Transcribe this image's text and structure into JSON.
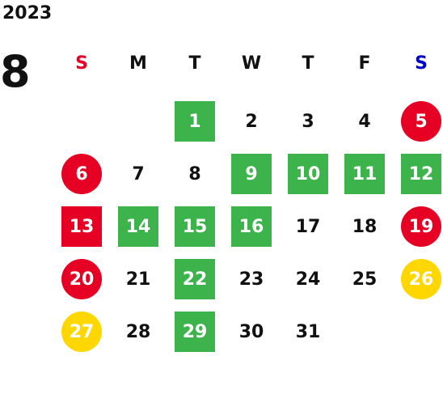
{
  "calendar": {
    "year": "2023",
    "month": "8",
    "weekdays": [
      {
        "label": "S",
        "color": "#e60023"
      },
      {
        "label": "M",
        "color": "#111111"
      },
      {
        "label": "T",
        "color": "#111111"
      },
      {
        "label": "W",
        "color": "#111111"
      },
      {
        "label": "T",
        "color": "#111111"
      },
      {
        "label": "F",
        "color": "#111111"
      },
      {
        "label": "S",
        "color": "#0000cc"
      }
    ],
    "weeks": [
      [
        null,
        null,
        {
          "day": "1",
          "style": "green"
        },
        {
          "day": "2",
          "style": "plain"
        },
        {
          "day": "3",
          "style": "plain"
        },
        {
          "day": "4",
          "style": "plain"
        },
        {
          "day": "5",
          "style": "red-circle"
        }
      ],
      [
        {
          "day": "6",
          "style": "red-circle"
        },
        {
          "day": "7",
          "style": "plain"
        },
        {
          "day": "8",
          "style": "plain"
        },
        {
          "day": "9",
          "style": "green"
        },
        {
          "day": "10",
          "style": "green"
        },
        {
          "day": "11",
          "style": "green"
        },
        {
          "day": "12",
          "style": "green"
        }
      ],
      [
        {
          "day": "13",
          "style": "red-sq"
        },
        {
          "day": "14",
          "style": "green"
        },
        {
          "day": "15",
          "style": "green"
        },
        {
          "day": "16",
          "style": "green"
        },
        {
          "day": "17",
          "style": "plain"
        },
        {
          "day": "18",
          "style": "plain"
        },
        {
          "day": "19",
          "style": "red-circle"
        }
      ],
      [
        {
          "day": "20",
          "style": "red-circle"
        },
        {
          "day": "21",
          "style": "plain"
        },
        {
          "day": "22",
          "style": "green"
        },
        {
          "day": "23",
          "style": "plain"
        },
        {
          "day": "24",
          "style": "plain"
        },
        {
          "day": "25",
          "style": "plain"
        },
        {
          "day": "26",
          "style": "yellow-circle"
        }
      ],
      [
        {
          "day": "27",
          "style": "yellow-circle"
        },
        {
          "day": "28",
          "style": "plain"
        },
        {
          "day": "29",
          "style": "green"
        },
        {
          "day": "30",
          "style": "plain"
        },
        {
          "day": "31",
          "style": "plain"
        },
        null,
        null
      ]
    ],
    "colors": {
      "green": "#3cb44b",
      "red": "#e60023",
      "yellow": "#ffd700",
      "saturday_blue": "#0000cc"
    }
  }
}
